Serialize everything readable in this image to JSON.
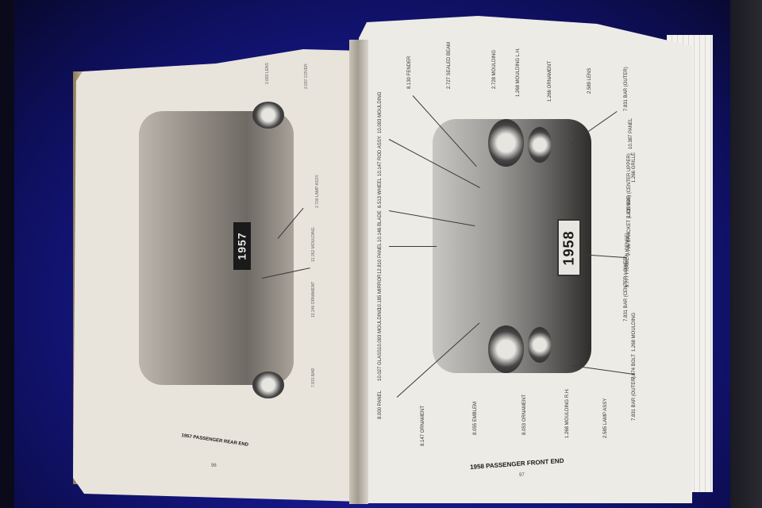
{
  "scene": {
    "description": "Open vintage parts catalog book lying on blue cloth",
    "background_color": "#16188a",
    "page_color": "#ecebe6"
  },
  "left_page": {
    "caption": "1957 PASSENGER REAR END",
    "page_number": "96",
    "plate_text": "1957",
    "labels": [
      {
        "num": "2.697",
        "name": "COVER"
      },
      {
        "num": "2.700",
        "name": "LAMP ASSY."
      },
      {
        "num": "12.262",
        "name": "MOULDING"
      },
      {
        "num": "12.246",
        "name": "ORNAMENT"
      },
      {
        "num": "7.831",
        "name": "BAR"
      },
      {
        "num": "2.683",
        "name": "LENS"
      }
    ]
  },
  "right_page": {
    "caption": "1958 PASSENGER FRONT END",
    "page_number": "97",
    "plate_text": "1958",
    "labels_top": [
      {
        "num": "8.130",
        "name": "FENDER"
      },
      {
        "num": "2.727",
        "name": "SEALED BEAM"
      },
      {
        "num": "2.728",
        "name": "MOULDING"
      },
      {
        "num": "1.268",
        "name": "MOULDING L.H."
      },
      {
        "num": "1.266",
        "name": "ORNAMENT"
      },
      {
        "num": "2.589",
        "name": "LENS"
      }
    ],
    "labels_left": [
      {
        "num": "10.093",
        "name": "MOULDING"
      },
      {
        "num": "10.147",
        "name": "ROD ASSY."
      },
      {
        "num": "6.513",
        "name": "WHEEL"
      },
      {
        "num": "10.146",
        "name": "BLADE"
      },
      {
        "num": "12.810",
        "name": "PANEL"
      },
      {
        "num": "10.185",
        "name": "MIRROR"
      },
      {
        "num": "10.093",
        "name": "MOULDING"
      },
      {
        "num": "10.027",
        "name": "GLASS"
      },
      {
        "num": "8.000",
        "name": "PANEL"
      }
    ],
    "labels_right": [
      {
        "num": "7.831",
        "name": "BAR (OUTER)"
      },
      {
        "num": "10.387",
        "name": "PANEL"
      },
      {
        "num": "1.266",
        "name": "GRILLE"
      },
      {
        "num": "7.831",
        "name": "BAR (CENTER UPPER)"
      },
      {
        "num": "7.796",
        "name": "BRACKET (LICENSE)"
      },
      {
        "num": "9.777",
        "name": "FRAME (LICENSE)"
      },
      {
        "num": "7.831",
        "name": "BAR (CENTER LOWER)"
      },
      {
        "num": "1.268",
        "name": "MOULDING"
      },
      {
        "num": "7.874",
        "name": "BOLT"
      },
      {
        "num": "7.831",
        "name": "BAR (OUTER)"
      }
    ],
    "labels_bottom": [
      {
        "num": "8.147",
        "name": "ORNAMENT"
      },
      {
        "num": "8.055",
        "name": "EMBLEM"
      },
      {
        "num": "8.053",
        "name": "ORNAMENT"
      },
      {
        "num": "1.268",
        "name": "MOULDING R.H."
      },
      {
        "num": "2.585",
        "name": "LAMP ASSY"
      }
    ]
  }
}
